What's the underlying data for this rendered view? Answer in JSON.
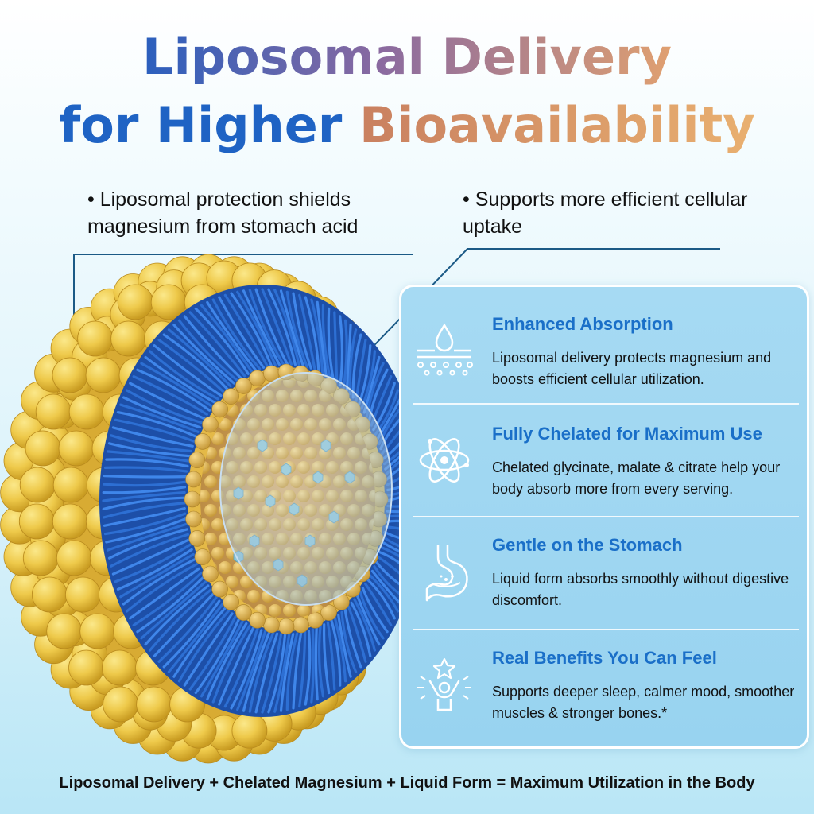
{
  "title": {
    "line1": "Liposomal Delivery",
    "line2_part1": "for Higher",
    "line2_part2": "Bioavailability"
  },
  "callouts": {
    "left": "• Liposomal protection shields magnesium from stomach acid",
    "right": "• Supports more efficient cellular uptake"
  },
  "features": [
    {
      "icon": "droplet-absorption-icon",
      "title": "Enhanced Absorption",
      "description": "Liposomal delivery protects magnesium and boosts efficient cellular utilization."
    },
    {
      "icon": "atom-icon",
      "title": "Fully Chelated for Maximum Use",
      "description": "Chelated glycinate, malate & citrate help your body absorb more from every serving."
    },
    {
      "icon": "stomach-icon",
      "title": "Gentle on the Stomach",
      "description": "Liquid form absorbs smoothly without digestive discomfort."
    },
    {
      "icon": "person-star-icon",
      "title": "Real Benefits You Can Feel",
      "description": "Supports deeper sleep, calmer mood, smoother muscles & stronger bones.*"
    }
  ],
  "footer": {
    "equation": "Liposomal Delivery + Chelated Magnesium + Liquid Form = Maximum Utilization in the Body"
  },
  "colors": {
    "title_blue": "#1f63c4",
    "title_orange": "#e0a070",
    "feature_title": "#1a6fc8",
    "panel_bg": "#a6daf3",
    "lipid_head": "#eec94a",
    "lipid_tail": "#3a7ee0"
  }
}
